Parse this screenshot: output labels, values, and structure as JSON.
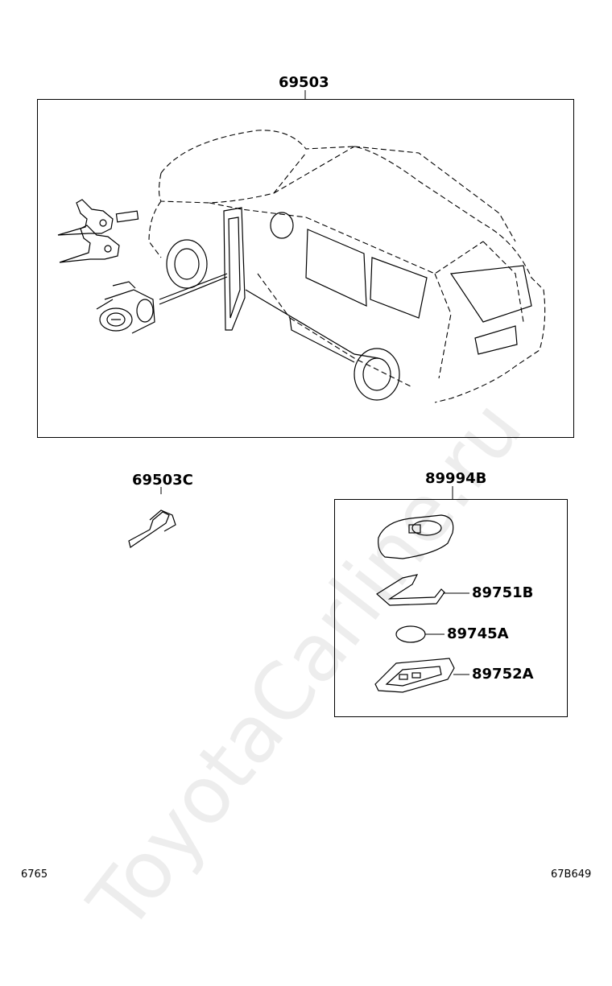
{
  "watermark": "ToyotaCarline.ru",
  "main_assembly": {
    "part_no": "69503"
  },
  "key_blank": {
    "part_no": "69503C"
  },
  "smart_key": {
    "part_no": "89994B",
    "components": [
      {
        "part_no": "89751B"
      },
      {
        "part_no": "89745A"
      },
      {
        "part_no": "89752A"
      }
    ]
  },
  "footer": {
    "left_code": "6765",
    "right_code": "67B649"
  }
}
